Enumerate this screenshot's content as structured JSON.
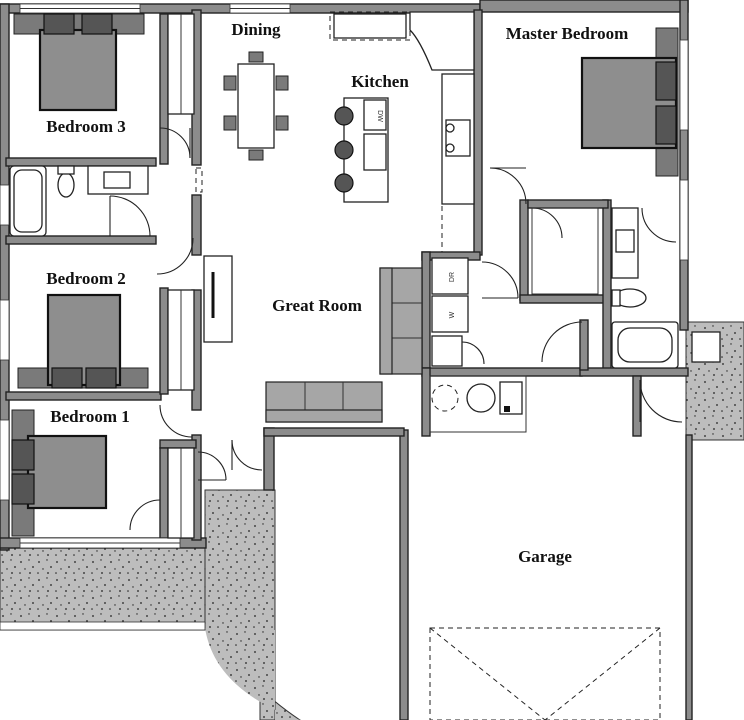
{
  "rooms": {
    "dining": "Dining",
    "kitchen": "Kitchen",
    "master_bedroom": "Master Bedroom",
    "bedroom3": "Bedroom 3",
    "bedroom2": "Bedroom 2",
    "bedroom1": "Bedroom 1",
    "great_room": "Great Room",
    "garage": "Garage"
  },
  "appliances": {
    "dishwasher": "DW",
    "dryer": "DR",
    "washer": "W"
  },
  "colors": {
    "wall": "#8c8c8c",
    "furniture": "#8e8e8e",
    "patio": "#b8b8b8"
  }
}
